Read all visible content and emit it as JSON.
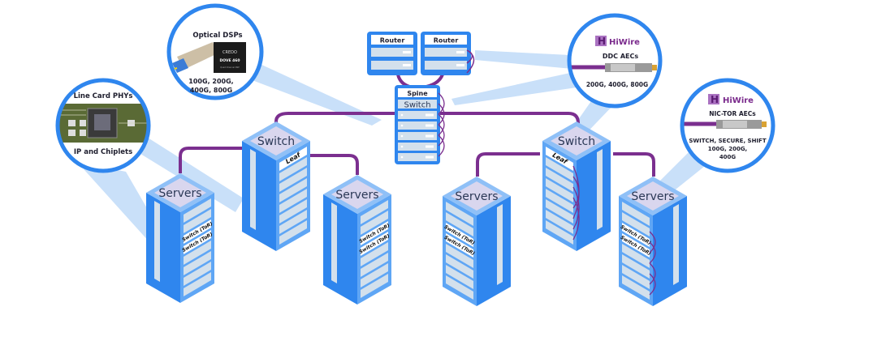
{
  "colors": {
    "blue": "#2f86ee",
    "blue_dark": "#1f6fd8",
    "blue_light": "#5fa6f5",
    "top_face": "#d9d6ee",
    "slot": "#d3e0ec",
    "purple": "#7b2f8f",
    "beam": "#bcd8f7",
    "hiwire": "#7a2a8c"
  },
  "spine": {
    "title": "Spine",
    "subtitle": "Switch",
    "slots": 5
  },
  "routers": [
    {
      "title": "Router",
      "slots": 2
    },
    {
      "title": "Router",
      "slots": 2
    }
  ],
  "leaves": [
    {
      "top_label": "Switch",
      "slot_label": "Leaf"
    },
    {
      "top_label": "Switch",
      "slot_label": "Leaf"
    }
  ],
  "servers": [
    {
      "top_label": "Servers",
      "tor_labels": [
        "Switch (ToR)",
        "Switch (ToR)"
      ]
    },
    {
      "top_label": "Servers",
      "tor_labels": [
        "Switch (ToR)",
        "Switch (ToR)"
      ]
    },
    {
      "top_label": "Servers",
      "tor_labels": [
        "Switch (ToR)",
        "Switch (ToR)"
      ]
    },
    {
      "top_label": "Servers",
      "tor_labels": [
        "Switch (ToR)",
        "Switch (ToR)"
      ]
    }
  ],
  "callouts": {
    "line_card": {
      "title": "Line Card PHYs",
      "caption": "IP and Chiplets"
    },
    "optical": {
      "title": "Optical DSPs",
      "chip_brand": "CREDO",
      "chip_name": "DOVE 460",
      "chip_sub": "Quad Channel DSP",
      "caption_1": "100G, 200G,",
      "caption_2": "400G, 800G"
    },
    "ddc": {
      "brand": "HiWire",
      "title": "DDC AECs",
      "caption": "200G, 400G, 800G"
    },
    "nic_tor": {
      "brand": "HiWire",
      "title": "NIC-TOR AECs",
      "caption_1": "SWITCH, SECURE, SHIFT",
      "caption_2": "100G, 200G,",
      "caption_3": "400G"
    }
  }
}
